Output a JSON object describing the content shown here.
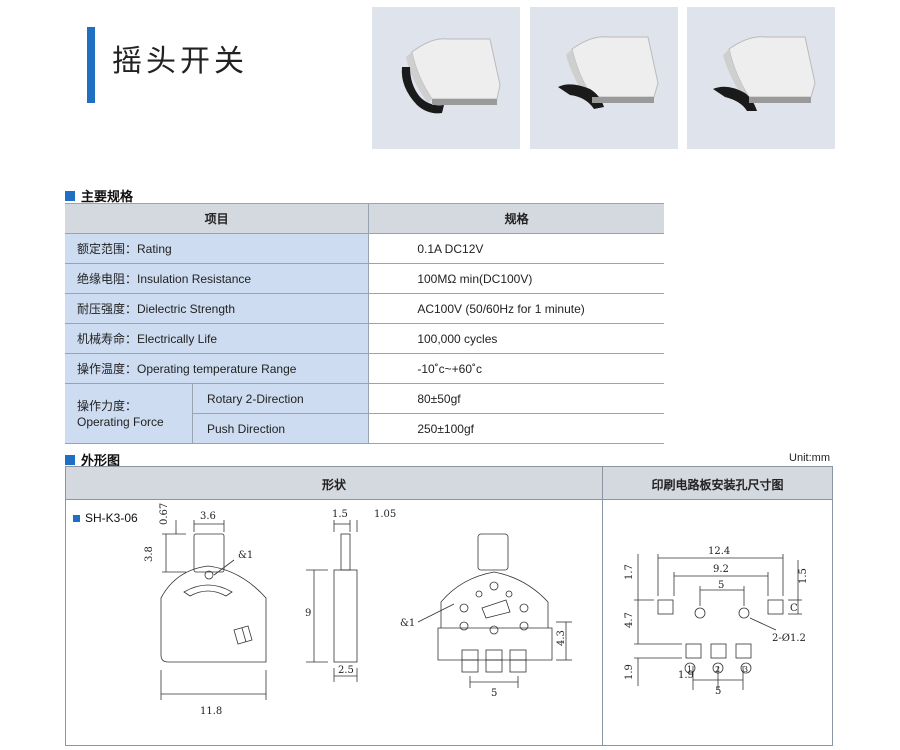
{
  "page": {
    "title": "摇头开关"
  },
  "spec_section": {
    "heading": "主要规格",
    "col_item": "项目",
    "col_spec": "规格",
    "rows": [
      {
        "label": "额定范围：Rating",
        "value": "0.1A   DC12V"
      },
      {
        "label": "绝缘电阻：Insulation Resistance",
        "value": "100MΩ   min(DC100V)"
      },
      {
        "label": "耐压强度：Dielectric Strength",
        "value": "AC100V (50/60Hz for 1 minute)"
      },
      {
        "label": "机械寿命：Electrically Life",
        "value": "100,000 cycles"
      },
      {
        "label": "操作温度：Operating temperature Range",
        "value": "-10˚c~+60˚c"
      }
    ],
    "force": {
      "label_cn": "操作力度：",
      "label_en": "Operating Force",
      "rotary_label": "Rotary 2-Direction",
      "rotary_value": "80±50gf",
      "push_label": "Push Direction",
      "push_value": "250±100gf"
    }
  },
  "outline_section": {
    "heading": "外形图",
    "unit": "Unit:mm",
    "col_shape": "形状",
    "col_pcb": "印刷电路板安装孔尺寸图",
    "model": "SH-K3-06",
    "dims": {
      "d_3_6": "3.6",
      "d_0_67": "0.67",
      "d_3_8": "3.8",
      "d_11_8": "11.8",
      "amp1": "&1",
      "d_1_5": "1.5",
      "d_1_05": "1.05",
      "d_9": "9",
      "d_2_5": "2.5",
      "d_4_3": "4.3",
      "d_5": "5",
      "d_12_4": "12.4",
      "d_9_2": "9.2",
      "d_1_7": "1.7",
      "d_4_7": "4.7",
      "d_1_9": "1.9",
      "hole": "2-Ø1.2",
      "c": "C",
      "p1": "1",
      "p2": "2",
      "p3": "3"
    }
  }
}
